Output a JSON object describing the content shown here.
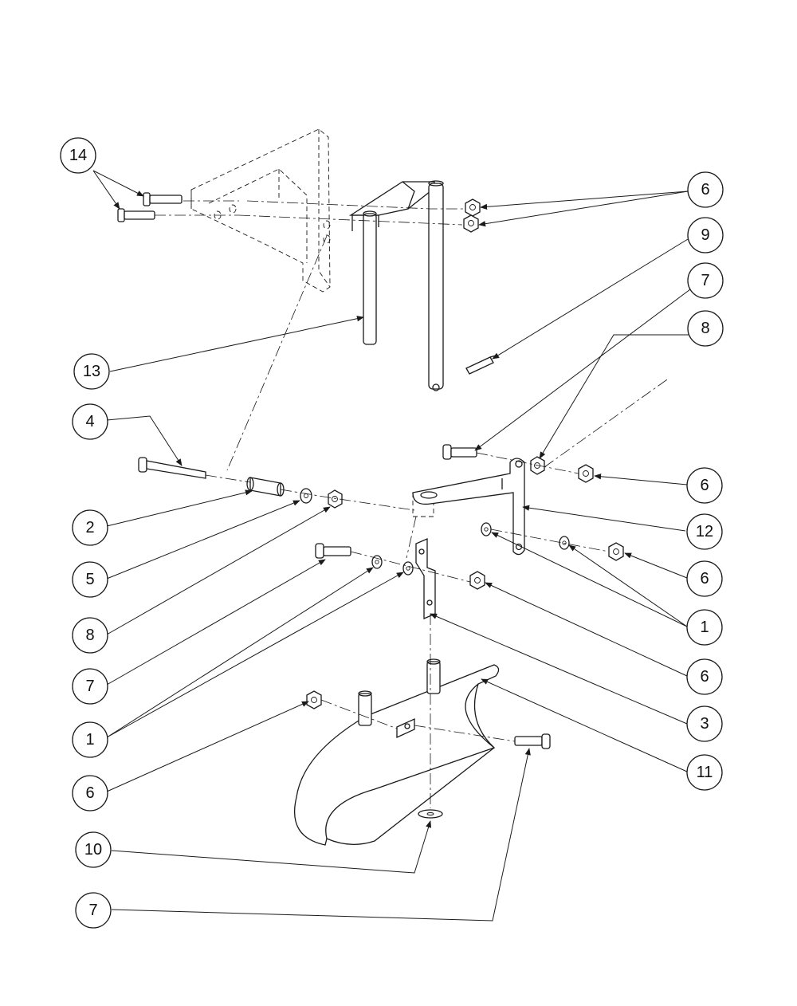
{
  "callouts": [
    {
      "id": "c14",
      "label": "14"
    },
    {
      "id": "c6a",
      "label": "6"
    },
    {
      "id": "c9",
      "label": "9"
    },
    {
      "id": "c7a",
      "label": "7"
    },
    {
      "id": "c8a",
      "label": "8"
    },
    {
      "id": "c13",
      "label": "13"
    },
    {
      "id": "c4",
      "label": "4"
    },
    {
      "id": "c6b",
      "label": "6"
    },
    {
      "id": "c2",
      "label": "2"
    },
    {
      "id": "c12",
      "label": "12"
    },
    {
      "id": "c5",
      "label": "5"
    },
    {
      "id": "c6c",
      "label": "6"
    },
    {
      "id": "c1a",
      "label": "1"
    },
    {
      "id": "c8b",
      "label": "8"
    },
    {
      "id": "c6d",
      "label": "6"
    },
    {
      "id": "c7b",
      "label": "7"
    },
    {
      "id": "c3",
      "label": "3"
    },
    {
      "id": "c1b",
      "label": "1"
    },
    {
      "id": "c11",
      "label": "11"
    },
    {
      "id": "c6e",
      "label": "6"
    },
    {
      "id": "c10",
      "label": "10"
    },
    {
      "id": "c7c",
      "label": "7"
    }
  ]
}
